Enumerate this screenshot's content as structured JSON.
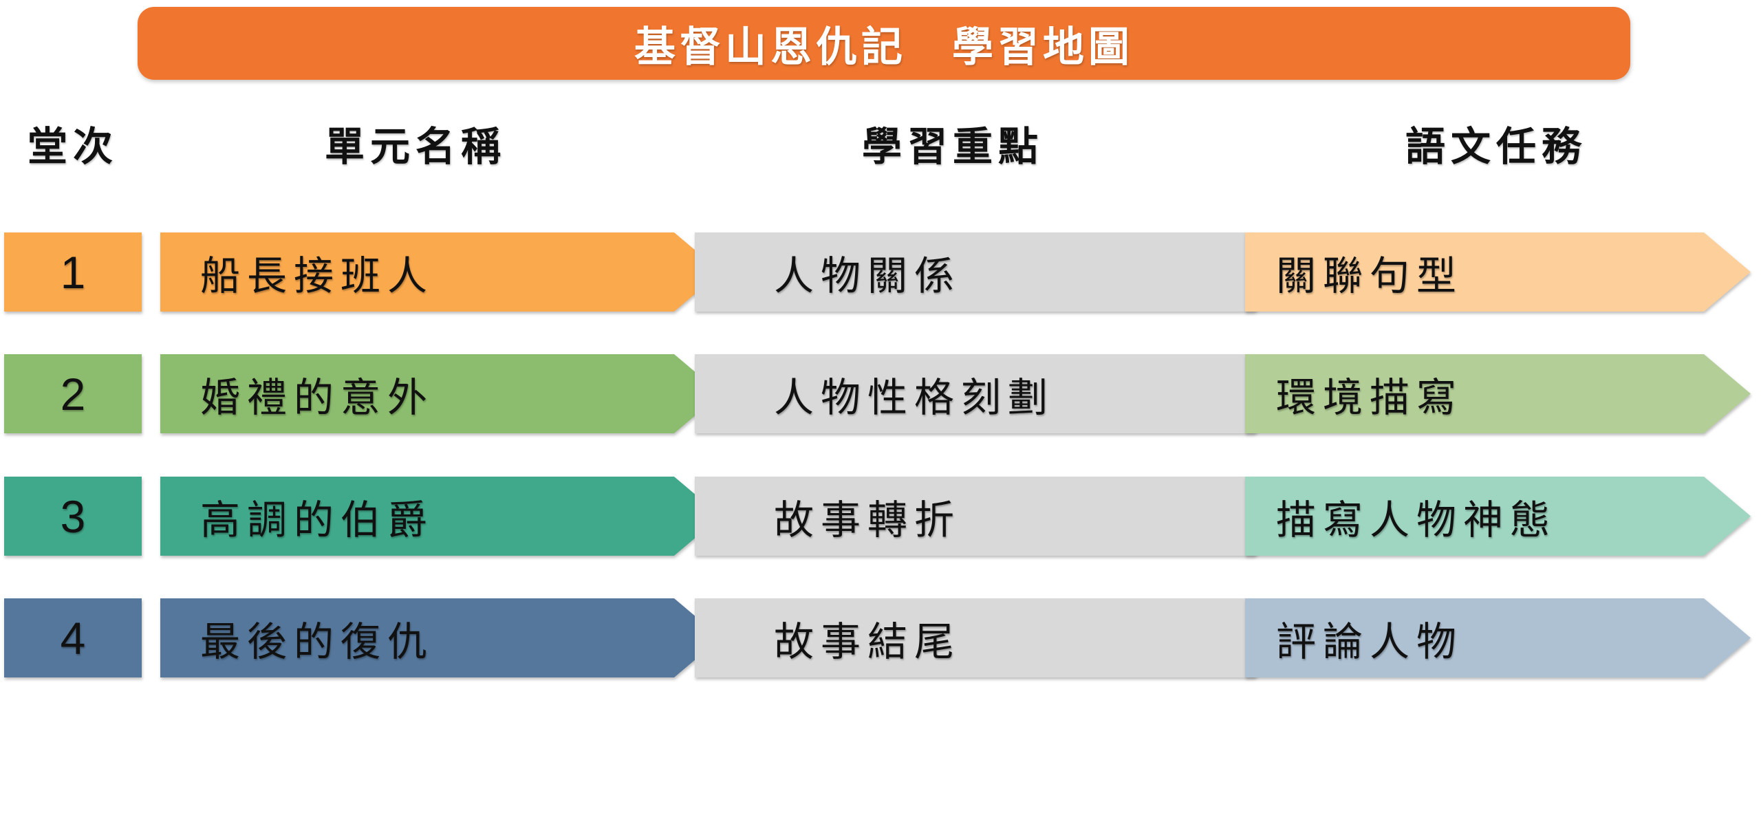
{
  "page": {
    "background": "#FFFFFF"
  },
  "title": {
    "text": "基督山恩仇記　學習地圖",
    "bg_color": "#F0762F",
    "text_color": "#FFFFFF"
  },
  "headers": {
    "session": "堂次",
    "unit": "單元名稱",
    "focus": "學習重點",
    "task": "語文任務"
  },
  "colors": {
    "focus_arrow_gray": "#D9D9D9"
  },
  "rows": [
    {
      "num": "1",
      "unit": "船長接班人",
      "focus": "人物關係",
      "task": "關聯句型",
      "main_color": "#FBA94D",
      "task_color": "#FDD09B"
    },
    {
      "num": "2",
      "unit": "婚禮的意外",
      "focus": "人物性格刻劃",
      "task": "環境描寫",
      "main_color": "#8CBD6E",
      "task_color": "#B3CF97"
    },
    {
      "num": "3",
      "unit": "高調的伯爵",
      "focus": "故事轉折",
      "task": "描寫人物神態",
      "main_color": "#41A98B",
      "task_color": "#9FD6C2"
    },
    {
      "num": "4",
      "unit": "最後的復仇",
      "focus": "故事結尾",
      "task": "評論人物",
      "main_color": "#55779B",
      "task_color": "#AEC1D3"
    }
  ]
}
